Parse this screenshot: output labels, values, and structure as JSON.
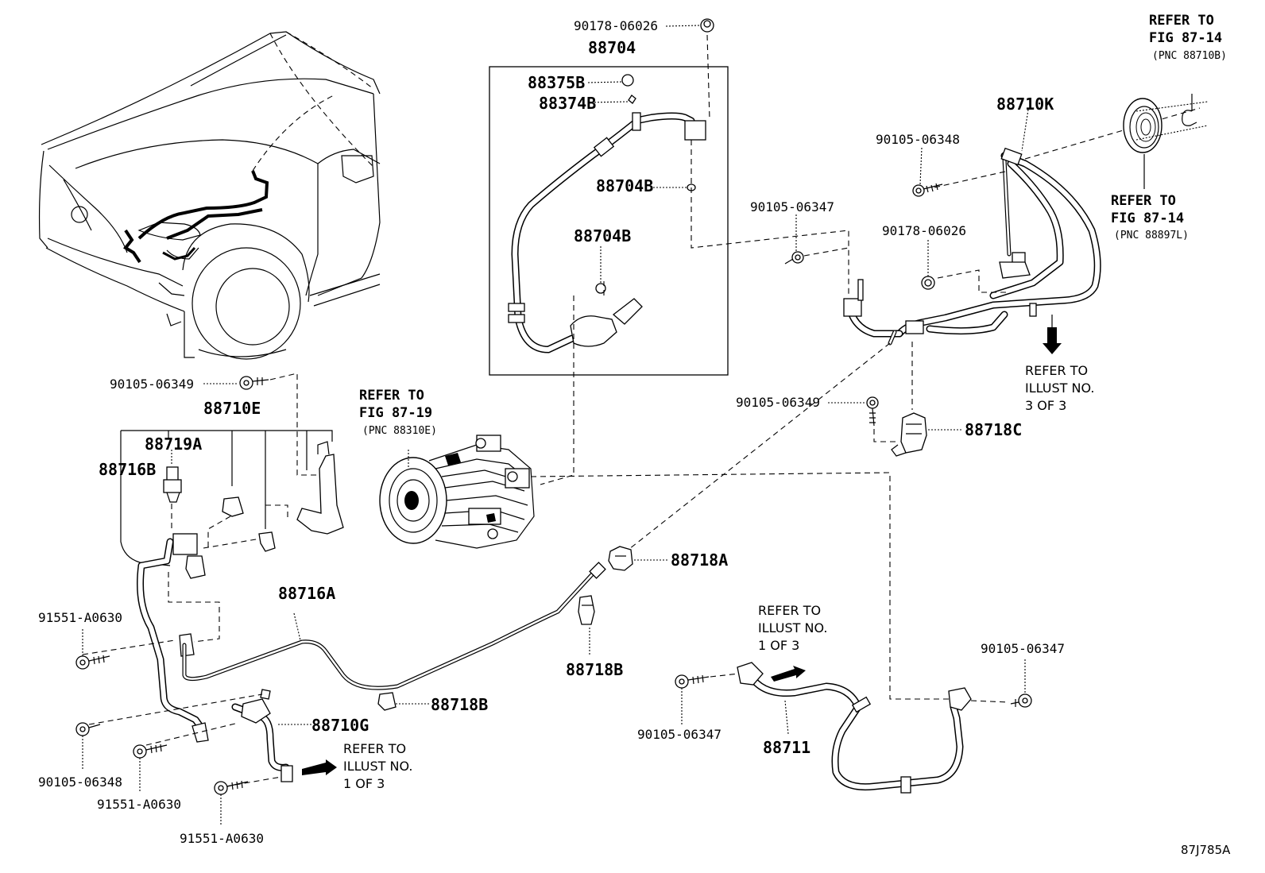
{
  "labels": {
    "p90178_top": "90178-06026",
    "p88704": "88704",
    "p88375B": "88375B",
    "p88374B": "88374B",
    "p88704B_a": "88704B",
    "p88704B_b": "88704B",
    "p90105_06347_mid": "90105-06347",
    "p90105_06348_top": "90105-06348",
    "p88710K": "88710K",
    "p90178_right": "90178-06026",
    "p90105_06349_left": "90105-06349",
    "p88710E": "88710E",
    "p88719A": "88719A",
    "p88716B": "88716B",
    "p90105_06349_right": "90105-06349",
    "p88718C": "88718C",
    "p88718A": "88718A",
    "p88716A": "88716A",
    "p91551_a": "91551-A0630",
    "p88718B_a": "88718B",
    "p88718B_b": "88718B",
    "p88710G": "88710G",
    "p90105_06348_bot": "90105-06348",
    "p91551_b": "91551-A0630",
    "p91551_c": "91551-A0630",
    "p90105_06347_b1": "90105-06347",
    "p90105_06347_b2": "90105-06347",
    "p88711": "88711",
    "diagram_code": "87J785A"
  },
  "refs": {
    "fig_87_14_top": {
      "l1": "REFER TO",
      "l2": "FIG 87-14",
      "l3": "(PNC 88710B)"
    },
    "fig_87_14_mid": {
      "l1": "REFER TO",
      "l2": "FIG 87-14",
      "l3": "(PNC 88897L)"
    },
    "fig_87_19": {
      "l1": "REFER TO",
      "l2": "FIG 87-19",
      "l3": "(PNC 88310E)"
    },
    "illust_3": {
      "l1": "REFER TO",
      "l2": "ILLUST NO.",
      "l3": "3 OF 3"
    },
    "illust_1_a": {
      "l1": "REFER TO",
      "l2": "ILLUST NO.",
      "l3": "1 OF 3"
    },
    "illust_1_b": {
      "l1": "REFER TO",
      "l2": "ILLUST NO.",
      "l3": "1 OF 3"
    }
  }
}
